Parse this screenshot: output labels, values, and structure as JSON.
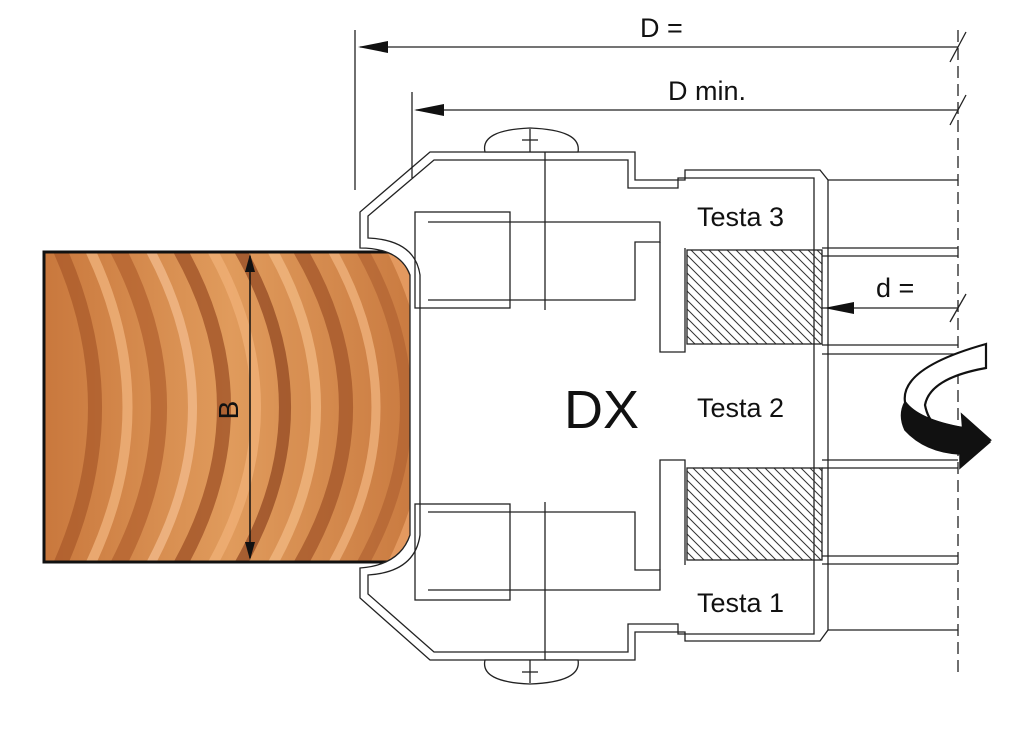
{
  "labels": {
    "D": "D =",
    "Dmin": "D min.",
    "d": "d =",
    "B": "B",
    "DX": "DX",
    "testa3": "Testa 3",
    "testa2": "Testa 2",
    "testa1": "Testa 1"
  },
  "colors": {
    "wood_base": "#d98a4a",
    "wood_dark": "#9a4f22",
    "wood_light": "#eeb078",
    "line": "#222222",
    "arrow": "#111111"
  }
}
